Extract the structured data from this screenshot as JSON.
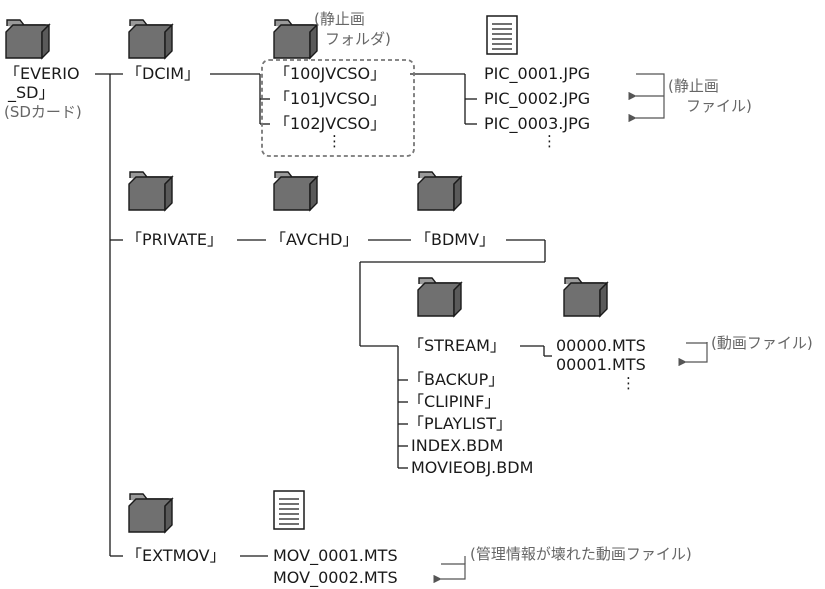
{
  "root": {
    "line1": "「EVERIO",
    "line2": "_SD」",
    "note": "(SDカード)"
  },
  "dcim": {
    "label": "「DCIM」",
    "folders": [
      "「100JVCSO」",
      "「101JVCSO」",
      "「102JVCSO」"
    ],
    "folder_note_line1": "(静止画",
    "folder_note_line2": "フォルダ)",
    "files": [
      "PIC_0001.JPG",
      "PIC_0002.JPG",
      "PIC_0003.JPG"
    ],
    "file_note_line1": "(静止画",
    "file_note_line2": "ファイル)",
    "ellipsis": "⋮"
  },
  "private": {
    "label": "「PRIVATE」",
    "avchd": "「AVCHD」",
    "bdmv": "「BDMV」",
    "stream": "「STREAM」",
    "stream_files": [
      "00000.MTS",
      "00001.MTS"
    ],
    "stream_note": "(動画ファイル)",
    "ellipsis": "⋮",
    "bdmv_items": [
      "「BACKUP」",
      "「CLIPINF」",
      "「PLAYLIST」",
      "INDEX.BDM",
      "MOVIEOBJ.BDM"
    ]
  },
  "extmov": {
    "label": "「EXTMOV」",
    "files": [
      "MOV_0001.MTS",
      "MOV_0002.MTS"
    ],
    "note": "(管理情報が壊れた動画ファイル)"
  },
  "icons": {
    "folder": "folder-icon",
    "document": "document-icon"
  },
  "colors": {
    "folder_fill": "#707070",
    "folder_outline": "#1a1a1a",
    "line": "#1a1a1a",
    "note_text": "#666666",
    "dashed_box": "#777777"
  }
}
